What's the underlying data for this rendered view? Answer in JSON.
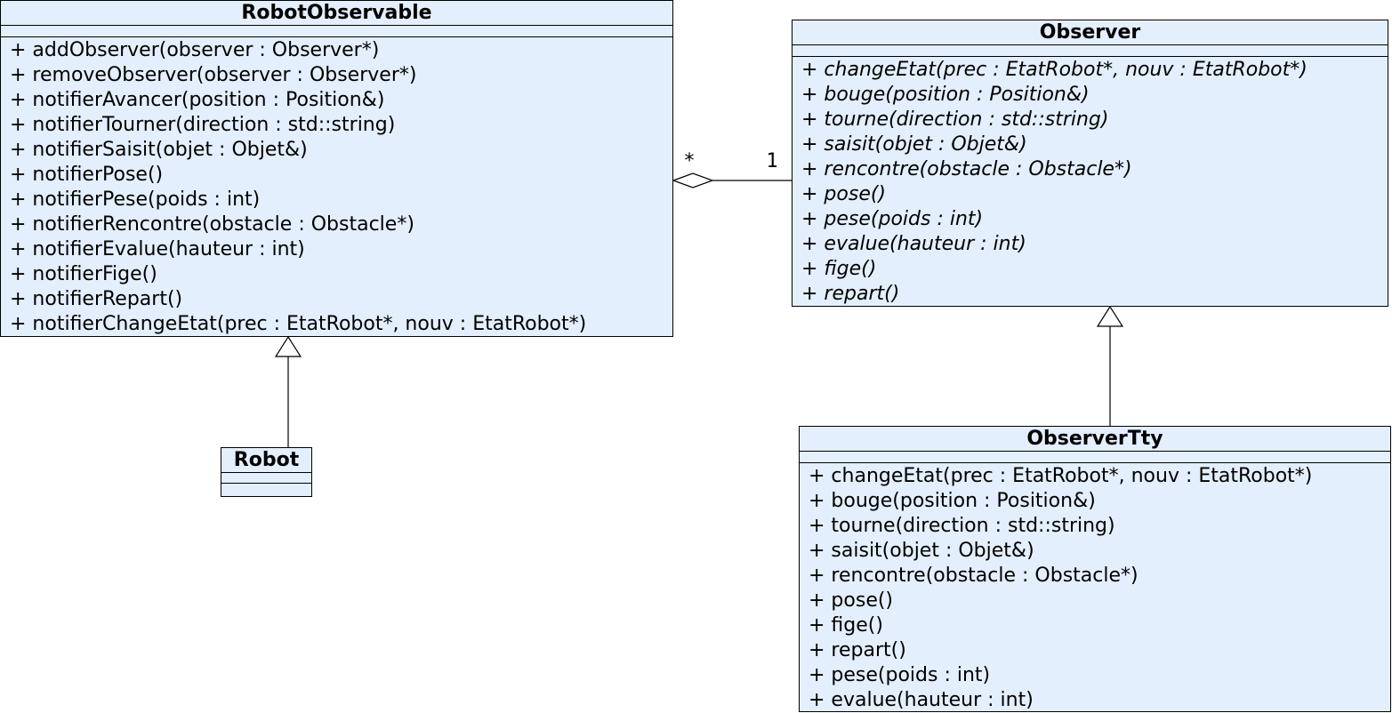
{
  "classes": {
    "robot_observable": {
      "name": "RobotObservable",
      "operations": [
        "+ addObserver(observer : Observer*)",
        "+ removeObserver(observer : Observer*)",
        "+ notifierAvancer(position : Position&)",
        "+ notifierTourner(direction : std::string)",
        "+ notifierSaisit(objet : Objet&)",
        "+ notifierPose()",
        "+ notifierPese(poids : int)",
        "+ notifierRencontre(obstacle : Obstacle*)",
        "+ notifierEvalue(hauteur : int)",
        "+ notifierFige()",
        "+ notifierRepart()",
        "+ notifierChangeEtat(prec : EtatRobot*, nouv : EtatRobot*)"
      ]
    },
    "observer": {
      "name": "Observer",
      "abstract_operations": true,
      "operations": [
        "+ changeEtat(prec : EtatRobot*, nouv : EtatRobot*)",
        "+ bouge(position : Position&)",
        "+ tourne(direction : std::string)",
        "+ saisit(objet : Objet&)",
        "+ rencontre(obstacle : Obstacle*)",
        "+ pose()",
        "+ pese(poids : int)",
        "+ evalue(hauteur : int)",
        "+ fige()",
        "+ repart()"
      ]
    },
    "robot": {
      "name": "Robot",
      "operations": []
    },
    "observer_tty": {
      "name": "ObserverTty",
      "operations": [
        "+ changeEtat(prec : EtatRobot*, nouv : EtatRobot*)",
        "+ bouge(position : Position&)",
        "+ tourne(direction : std::string)",
        "+ saisit(objet : Objet&)",
        "+ rencontre(obstacle : Obstacle*)",
        "+ pose()",
        "+ fige()",
        "+ repart()",
        "+ pese(poids : int)",
        "+ evalue(hauteur : int)"
      ]
    }
  },
  "relationships": {
    "aggregation": {
      "whole": "RobotObservable",
      "part": "Observer",
      "multiplicity_whole_side": "*",
      "multiplicity_part_side": "1"
    },
    "generalizations": [
      {
        "child": "Robot",
        "parent": "RobotObservable"
      },
      {
        "child": "ObserverTty",
        "parent": "Observer"
      }
    ]
  },
  "colors": {
    "class_fill": "#e3effd",
    "line": "#000000",
    "background": "#ffffff"
  }
}
